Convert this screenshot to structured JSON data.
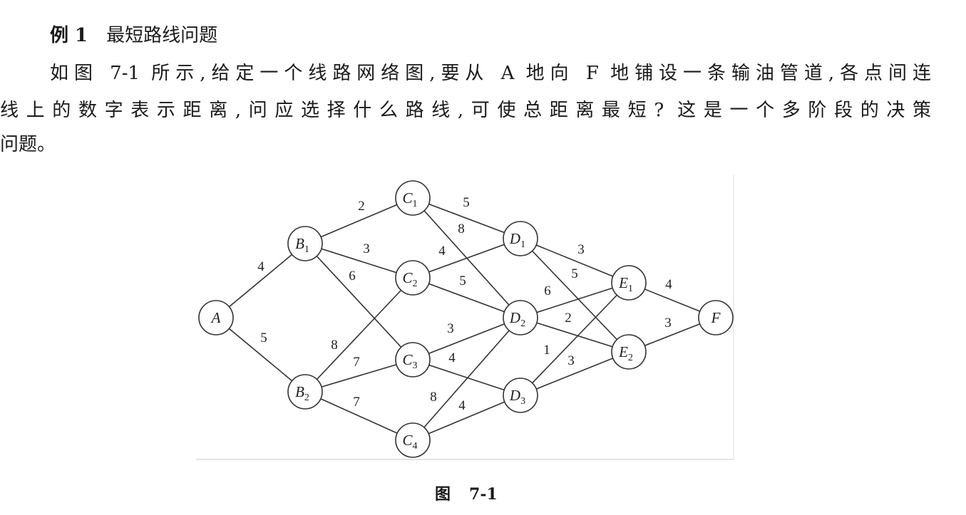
{
  "heading": {
    "label": "例 1",
    "title": "最短路线问题"
  },
  "paragraph": {
    "lines": [
      "如图 7-1 所示,给定一个线路网络图,要从 A 地向 F 地铺设一条输油管道,各点间连",
      "线上的数字表示距离,问应选择什么路线,可使总距离最短? 这是一个多阶段的决策",
      "问题。"
    ]
  },
  "figure": {
    "caption_prefix": "图",
    "caption_number": "7-1",
    "nodes": [
      {
        "id": "A",
        "name": "A",
        "sub": ""
      },
      {
        "id": "B1",
        "name": "B",
        "sub": "1"
      },
      {
        "id": "B2",
        "name": "B",
        "sub": "2"
      },
      {
        "id": "C1",
        "name": "C",
        "sub": "1"
      },
      {
        "id": "C2",
        "name": "C",
        "sub": "2"
      },
      {
        "id": "C3",
        "name": "C",
        "sub": "3"
      },
      {
        "id": "C4",
        "name": "C",
        "sub": "4"
      },
      {
        "id": "D1",
        "name": "D",
        "sub": "1"
      },
      {
        "id": "D2",
        "name": "D",
        "sub": "2"
      },
      {
        "id": "D3",
        "name": "D",
        "sub": "3"
      },
      {
        "id": "E1",
        "name": "E",
        "sub": "1"
      },
      {
        "id": "E2",
        "name": "E",
        "sub": "2"
      },
      {
        "id": "F",
        "name": "F",
        "sub": ""
      }
    ],
    "edges": [
      {
        "from": "A",
        "to": "B1",
        "weight": "4"
      },
      {
        "from": "A",
        "to": "B2",
        "weight": "5"
      },
      {
        "from": "B1",
        "to": "C1",
        "weight": "2"
      },
      {
        "from": "B1",
        "to": "C2",
        "weight": "3"
      },
      {
        "from": "B1",
        "to": "C3",
        "weight": "6"
      },
      {
        "from": "B2",
        "to": "C2",
        "weight": "8"
      },
      {
        "from": "B2",
        "to": "C3",
        "weight": "7"
      },
      {
        "from": "B2",
        "to": "C4",
        "weight": "7"
      },
      {
        "from": "C1",
        "to": "D1",
        "weight": "5"
      },
      {
        "from": "C1",
        "to": "D2",
        "weight": "8"
      },
      {
        "from": "C2",
        "to": "D1",
        "weight": "4"
      },
      {
        "from": "C2",
        "to": "D2",
        "weight": "5"
      },
      {
        "from": "C3",
        "to": "D2",
        "weight": "3"
      },
      {
        "from": "C3",
        "to": "D3",
        "weight": "4"
      },
      {
        "from": "C4",
        "to": "D2",
        "weight": "8"
      },
      {
        "from": "C4",
        "to": "D3",
        "weight": "4"
      },
      {
        "from": "D1",
        "to": "E1",
        "weight": "3"
      },
      {
        "from": "D1",
        "to": "E2",
        "weight": "5"
      },
      {
        "from": "D2",
        "to": "E1",
        "weight": "6"
      },
      {
        "from": "D2",
        "to": "E2",
        "weight": "2"
      },
      {
        "from": "D3",
        "to": "E1",
        "weight": "1"
      },
      {
        "from": "D3",
        "to": "E2",
        "weight": "3"
      },
      {
        "from": "E1",
        "to": "F",
        "weight": "4"
      },
      {
        "from": "E2",
        "to": "F",
        "weight": "3"
      }
    ]
  }
}
